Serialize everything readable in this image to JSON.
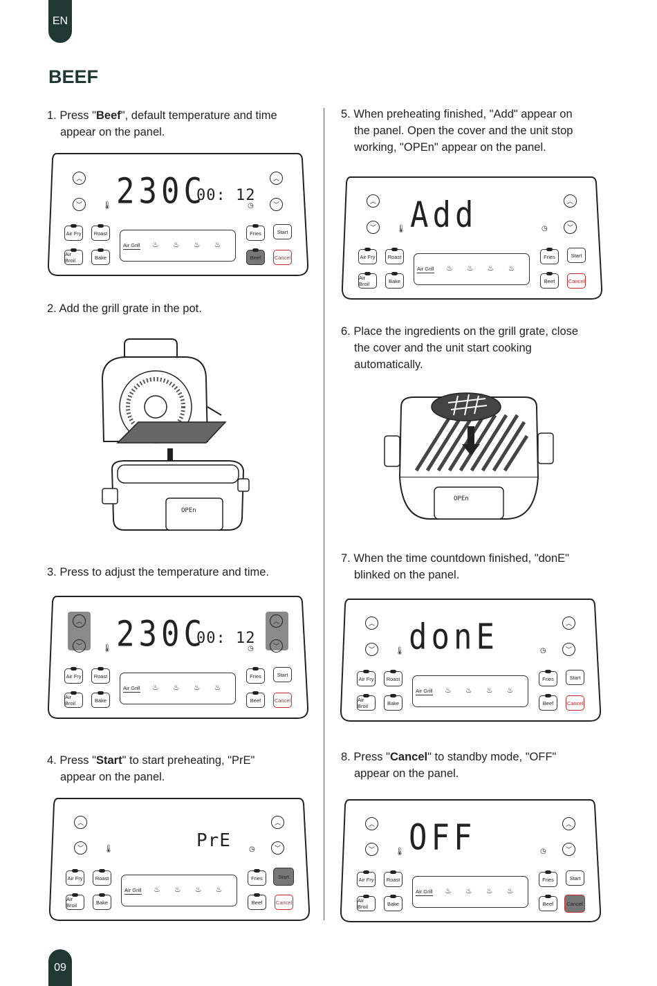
{
  "header": {
    "lang_tab": "EN",
    "title": "BEEF"
  },
  "footer": {
    "page_number": "09"
  },
  "panel_labels": {
    "air_fry": "Air Fry",
    "roast": "Roast",
    "air_broil": "Air Broil",
    "bake": "Bake",
    "air_grill": "Air Grill",
    "fries": "Fries",
    "start": "Start",
    "beef": "Beef",
    "cancel": "Cancel"
  },
  "steps": [
    {
      "num": "1.",
      "pre": "Press \"",
      "bold": "Beef",
      "post": "\", default temperature and time",
      "line2": "appear on the panel.",
      "display_main": "230C",
      "display_time": "00: 12"
    },
    {
      "num": "2.",
      "text": "Add the grill grate in the pot.",
      "screen_text": "OPEn"
    },
    {
      "num": "3.",
      "text": "Press to adjust the temperature and time.",
      "display_main": "230C",
      "display_time": "00: 12"
    },
    {
      "num": "4.",
      "pre": "Press \"",
      "bold": "Start",
      "post": "\" to start preheating, \"PrE\"",
      "line2": "appear on the panel.",
      "display_main": "PrE"
    },
    {
      "num": "5.",
      "text": "When preheating finished, \"Add\" appear on",
      "line2": "the panel. Open the cover and the unit stop",
      "line3": "working, \"OPEn\" appear on the panel.",
      "display_main": "Add"
    },
    {
      "num": "6.",
      "text": "Place the ingredients on the grill grate, close",
      "line2": "the cover and the unit start cooking",
      "line3": "automatically.",
      "screen_text": "OPEn"
    },
    {
      "num": "7.",
      "text": "When the time countdown finished, \"donE\"",
      "line2": "blinked on the panel.",
      "display_main": "donE"
    },
    {
      "num": "8.",
      "pre": "Press \"",
      "bold": "Cancel",
      "post": "\" to standby mode, \"OFF\"",
      "line2": "appear on the panel.",
      "display_main": "OFF"
    }
  ]
}
